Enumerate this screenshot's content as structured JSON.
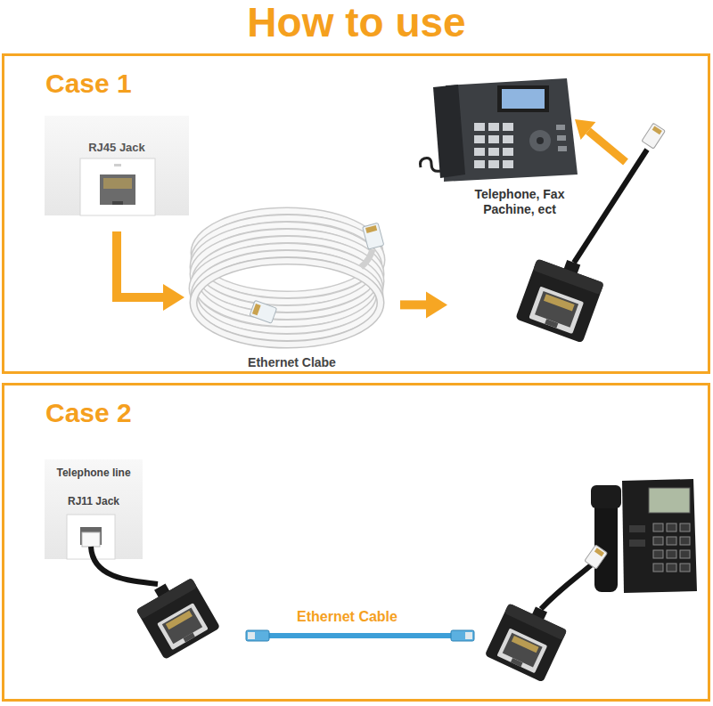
{
  "diagram": {
    "title": "How to use",
    "nodes": [
      {
        "text": [
          "Case 1"
        ]
      },
      {
        "text": [
          "RJ45 Jack"
        ],
        "in": 0
      },
      {
        "text": [
          "Ethernet Clabe"
        ],
        "in": 0
      },
      {
        "text": [
          "Telephone, Fax Pachine, ect"
        ],
        "in": 0
      },
      {
        "text": [
          "Case 2"
        ]
      },
      {
        "text": [
          "Telephone line",
          "RJ11 Jack"
        ],
        "in": 4
      }
    ],
    "edges": [
      {
        "from": 1,
        "to": 2,
        "arrow": "to"
      },
      {
        "from": 2,
        "to": 3,
        "arrow": "to"
      }
    ],
    "labels": [
      "Ethernet Cable"
    ]
  }
}
